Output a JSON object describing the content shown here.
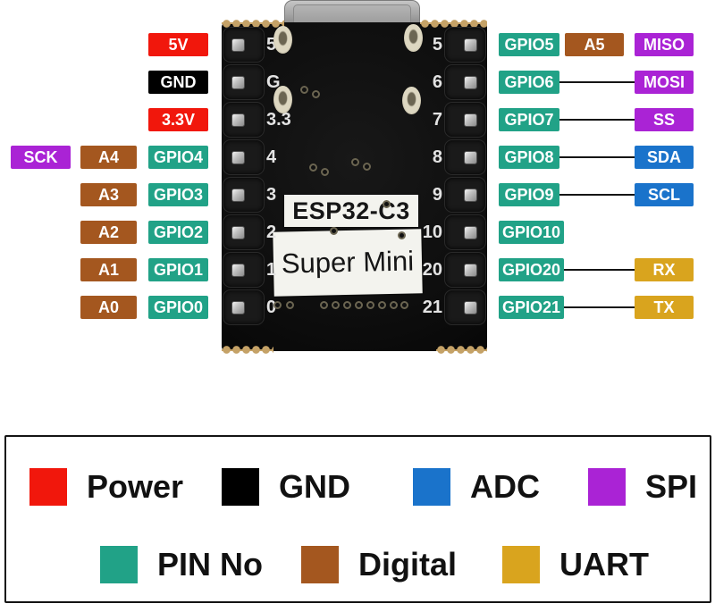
{
  "colors": {
    "power": "#f1170c",
    "gnd": "#000000",
    "adc": "#1a73cb",
    "spi": "#aa23d5",
    "pin_no": "#21a287",
    "digital": "#a4571f",
    "uart": "#d9a41e"
  },
  "board": {
    "chip_label": "ESP32-C3",
    "board_label": "Super Mini",
    "left_silkscreen": [
      "5V",
      "G",
      "3.3",
      "4",
      "3",
      "2",
      "1",
      "0"
    ],
    "right_silkscreen": [
      "5",
      "6",
      "7",
      "8",
      "9",
      "10",
      "20",
      "21"
    ]
  },
  "left_rows": [
    [
      {
        "text": "5V",
        "color": "power",
        "col": 2
      }
    ],
    [
      {
        "text": "GND",
        "color": "gnd",
        "col": 2
      }
    ],
    [
      {
        "text": "3.3V",
        "color": "power",
        "col": 2
      }
    ],
    [
      {
        "text": "SCK",
        "color": "spi",
        "col": 0
      },
      {
        "text": "A4",
        "color": "digital",
        "col": 1
      },
      {
        "text": "GPIO4",
        "color": "pin_no",
        "col": 2
      }
    ],
    [
      {
        "text": "A3",
        "color": "digital",
        "col": 1
      },
      {
        "text": "GPIO3",
        "color": "pin_no",
        "col": 2
      }
    ],
    [
      {
        "text": "A2",
        "color": "digital",
        "col": 1
      },
      {
        "text": "GPIO2",
        "color": "pin_no",
        "col": 2
      }
    ],
    [
      {
        "text": "A1",
        "color": "digital",
        "col": 1
      },
      {
        "text": "GPIO1",
        "color": "pin_no",
        "col": 2
      }
    ],
    [
      {
        "text": "A0",
        "color": "digital",
        "col": 1
      },
      {
        "text": "GPIO0",
        "color": "pin_no",
        "col": 2
      }
    ]
  ],
  "right_rows": [
    {
      "cells": [
        {
          "text": "GPIO5",
          "color": "pin_no",
          "col": 0
        },
        {
          "text": "A5",
          "color": "digital",
          "col": 1
        },
        {
          "text": "MISO",
          "color": "spi",
          "col": 2
        }
      ],
      "line": false
    },
    {
      "cells": [
        {
          "text": "GPIO6",
          "color": "pin_no",
          "col": 0
        },
        {
          "text": "MOSI",
          "color": "spi",
          "col": 2
        }
      ],
      "line": true
    },
    {
      "cells": [
        {
          "text": "GPIO7",
          "color": "pin_no",
          "col": 0
        },
        {
          "text": "SS",
          "color": "spi",
          "col": 2
        }
      ],
      "line": true
    },
    {
      "cells": [
        {
          "text": "GPIO8",
          "color": "pin_no",
          "col": 0
        },
        {
          "text": "SDA",
          "color": "adc",
          "col": 2
        }
      ],
      "line": true
    },
    {
      "cells": [
        {
          "text": "GPIO9",
          "color": "pin_no",
          "col": 0
        },
        {
          "text": "SCL",
          "color": "adc",
          "col": 2
        }
      ],
      "line": true
    },
    {
      "cells": [
        {
          "text": "GPIO10",
          "color": "pin_no",
          "col": 0
        }
      ],
      "line": false
    },
    {
      "cells": [
        {
          "text": "GPIO20",
          "color": "pin_no",
          "col": 0
        },
        {
          "text": "RX",
          "color": "uart",
          "col": 2
        }
      ],
      "line": true
    },
    {
      "cells": [
        {
          "text": "GPIO21",
          "color": "pin_no",
          "col": 0
        },
        {
          "text": "TX",
          "color": "uart",
          "col": 2
        }
      ],
      "line": true
    }
  ],
  "legend": {
    "items": [
      {
        "label": "Power",
        "color": "power"
      },
      {
        "label": "GND",
        "color": "gnd"
      },
      {
        "label": "ADC",
        "color": "adc"
      },
      {
        "label": "SPI",
        "color": "spi"
      },
      {
        "label": "PIN No",
        "color": "pin_no"
      },
      {
        "label": "Digital",
        "color": "digital"
      },
      {
        "label": "UART",
        "color": "uart"
      }
    ]
  }
}
